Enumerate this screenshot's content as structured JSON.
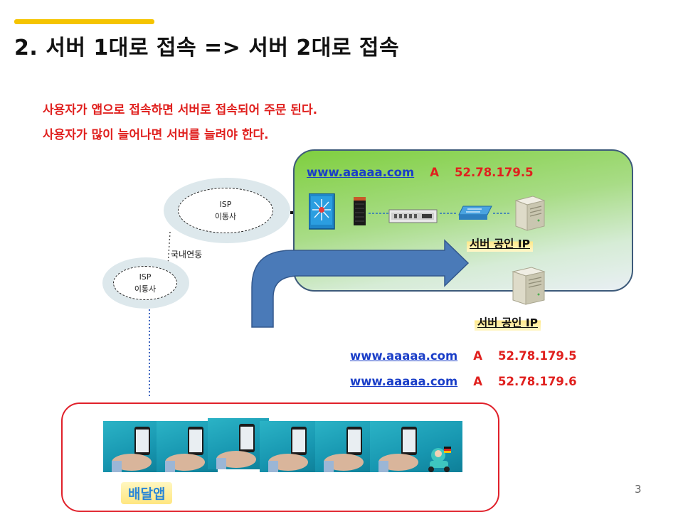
{
  "slide": {
    "title": "2. 서버 1대로 접속 => 서버 2대로 접속",
    "desc_line1": "사용자가 앱으로 접속하면 서버로 접속되어 주문 된다.",
    "desc_line2": "사용자가 많이 늘어나면 서버를 늘려야 한다.",
    "page_number": "3"
  },
  "network": {
    "dns_top": {
      "url": "www.aaaaa.com",
      "record": "A",
      "ip": "52.78.179.5"
    },
    "server_label": "서버 공인 IP",
    "server_label_2": "서버 공인 IP",
    "isp_top": {
      "line1": "ISP",
      "line2": "이통사"
    },
    "isp_bottom": {
      "line1": "ISP",
      "line2": "이통사"
    },
    "link_label": "국내연동"
  },
  "dns_records": [
    {
      "url": "www.aaaaa.com",
      "record": "A",
      "ip": "52.78.179.5"
    },
    {
      "url": "www.aaaaa.com",
      "record": "A",
      "ip": "52.78.179.6"
    }
  ],
  "app": {
    "label": "배달앱"
  },
  "colors": {
    "accent": "#f5c400",
    "text_red": "#e0201e",
    "link_blue": "#1a3ec8",
    "arrow_blue": "#4a7ab8",
    "box_red": "#e0202a"
  }
}
